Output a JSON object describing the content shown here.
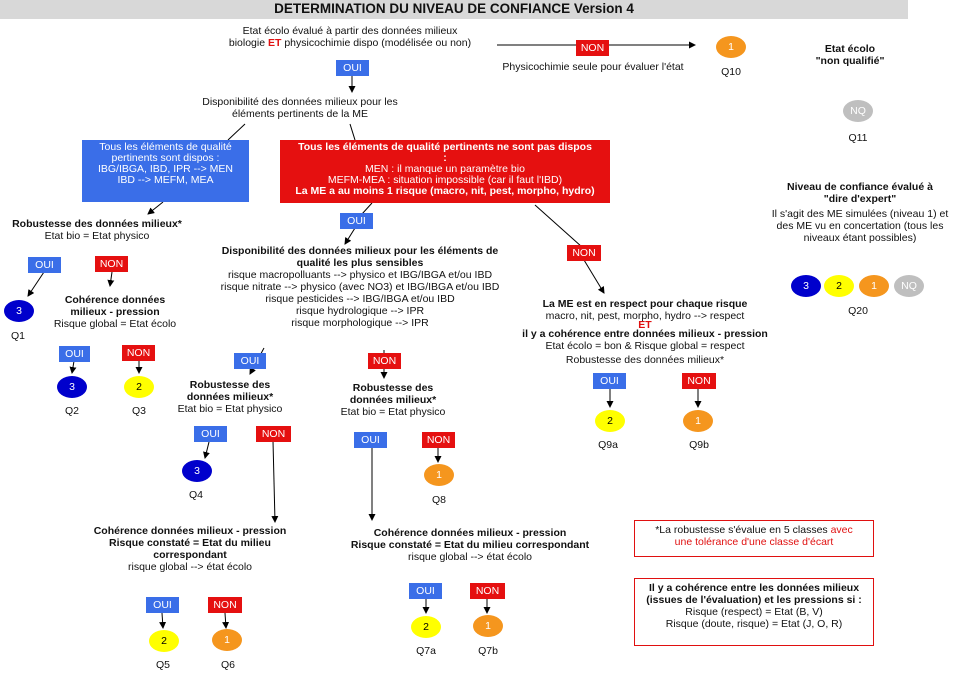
{
  "title": "DETERMINATION DU NIVEAU DE CONFIANCE Version 4",
  "yes": "OUI",
  "no": "NON",
  "top": {
    "line1": "Etat écolo évalué à partir des données milieux",
    "line2_a": "biologie ",
    "line2_et": "ET",
    "line2_b": " physicochimie dispo (modélisée ou non)",
    "non_text": "Physicochimie seule pour évaluer l'état"
  },
  "dispo": {
    "line1": "Disponibilité des données milieux pour les",
    "line2": "éléments pertinents de la ME"
  },
  "blue_box": {
    "line1": "Tous les éléments de qualité",
    "line2": "pertinents sont dispos :",
    "line3": "IBG/IBGA,  IBD,  IPR --> MEN",
    "line4": "IBD --> MEFM, MEA"
  },
  "red_box": {
    "line1": "Tous les éléments de qualité pertinents ne sont pas dispos",
    "line2": ":",
    "line3": "MEN : il manque un paramètre bio",
    "line4": "MEFM-MEA  : situation impossible (car il faut l'IBD)",
    "line5": "La ME  a au moins 1 risque (macro, nit, pest, morpho, hydro)"
  },
  "robustesse_left": {
    "title": "Robustesse des données milieux*",
    "sub": "Etat bio = Etat physico"
  },
  "coherence_left": {
    "line1": "Cohérence  données",
    "line2": "milieux - pression",
    "line3": "Risque global = Etat écolo"
  },
  "sensibles": {
    "line1": "Disponibilité des données milieux pour les éléments de",
    "line2": "qualité les plus sensibles",
    "line3": "risque macropolluants --> physico et IBG/IBGA  et/ou IBD",
    "line4": "risque nitrate --> physico (avec NO3) et IBG/IBGA  et/ou IBD",
    "line5": "risque pesticides --> IBG/IBGA  et/ou IBD",
    "line6": "risque hydrologique --> IPR",
    "line7": "risque morphologique --> IPR"
  },
  "robustesse_mid": {
    "line1": "Robustesse des",
    "line2": "données milieux*",
    "line3": "Etat bio = Etat physico"
  },
  "robustesse_mid2": {
    "line1": "Robustesse des",
    "line2": "données milieux*",
    "line3": "Etat bio = Etat physico"
  },
  "respect": {
    "line1": "La ME  est en respect pour chaque risque",
    "line2": "macro, nit, pest, morpho, hydro --> respect",
    "et": "ET",
    "line3": "il y a cohérence  entre données milieux - pression",
    "line4": "Etat écolo = bon & Risque global = respect",
    "line5": "Robustesse des données milieux*"
  },
  "coherence_bottom1": {
    "line1": "Cohérence données milieux - pression",
    "line2": "Risque constaté = Etat du milieu",
    "line3": "correspondant",
    "line4": "risque global --> état écolo"
  },
  "coherence_bottom2": {
    "line1": "Cohérence données milieux - pression",
    "line2": "Risque constaté = Etat du milieu correspondant",
    "line3": "risque global --> état écolo"
  },
  "non_qualifie": {
    "line1": "Etat écolo",
    "line2": "\"non qualifié\""
  },
  "expert": {
    "line1": "Niveau  de confiance évalué à",
    "line2": "\"dire d'expert\"",
    "line3": "Il s'agit des ME simulées (niveau 1) et",
    "line4": "des ME vu en concertation (tous les",
    "line5": "niveaux étant possibles)"
  },
  "note1": {
    "a": "*La robustesse s'évalue en 5 classes ",
    "b": "avec",
    "c": "une tolérance  d'une classe  d'écart"
  },
  "note2": {
    "line1": "Il y a cohérence entre les  données milieux",
    "line2": "(issues de l'évaluation) et les pressions si :",
    "line3": "Risque (respect) = Etat (B, V)",
    "line4": "Risque (doute, risque) = Etat (J, O, R)"
  },
  "levels": {
    "l3": "3",
    "l2": "2",
    "l1": "1",
    "nq": "NQ"
  },
  "outcomes": {
    "q1": "Q1",
    "q2": "Q2",
    "q3": "Q3",
    "q4": "Q4",
    "q5": "Q5",
    "q6": "Q6",
    "q7a": "Q7a",
    "q7b": "Q7b",
    "q8": "Q8",
    "q9a": "Q9a",
    "q9b": "Q9b",
    "q10": "Q10",
    "q11": "Q11",
    "q20": "Q20"
  },
  "colors": {
    "oui": "#3a6ee8",
    "non": "#e51010",
    "level3": "#0000cc",
    "level2": "#ffff00",
    "level1": "#f5961e",
    "nq": "#bfbfbf"
  }
}
